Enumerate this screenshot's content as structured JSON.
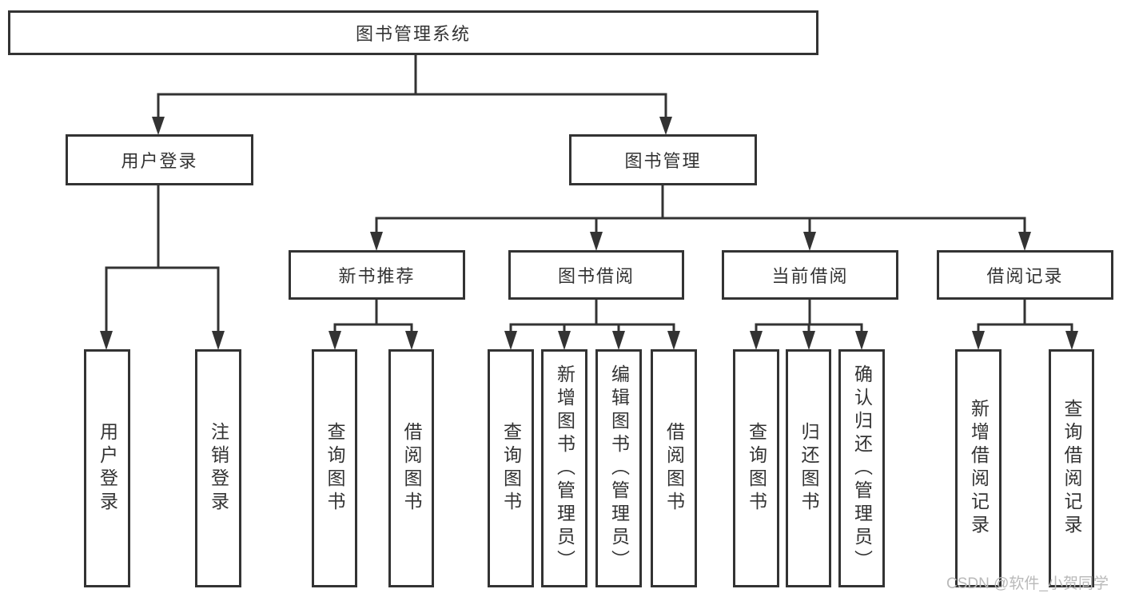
{
  "diagram": {
    "root": {
      "label": "图书管理系统"
    },
    "branches": [
      {
        "label": "用户登录",
        "children": [
          {
            "label": "用户登录"
          },
          {
            "label": "注销登录"
          }
        ]
      },
      {
        "label": "图书管理",
        "children": [
          {
            "label": "新书推荐",
            "children": [
              {
                "label": "查询图书"
              },
              {
                "label": "借阅图书"
              }
            ]
          },
          {
            "label": "图书借阅",
            "children": [
              {
                "label": "查询图书"
              },
              {
                "label": "新增图书（管理员）"
              },
              {
                "label": "编辑图书（管理员）"
              },
              {
                "label": "借阅图书"
              }
            ]
          },
          {
            "label": "当前借阅",
            "children": [
              {
                "label": "查询图书"
              },
              {
                "label": "归还图书"
              },
              {
                "label": "确认归还（管理员）"
              }
            ]
          },
          {
            "label": "借阅记录",
            "children": [
              {
                "label": "新增借阅记录"
              },
              {
                "label": "查询借阅记录"
              }
            ]
          }
        ]
      }
    ]
  },
  "watermark": {
    "text": "CSDN @软件_小贺同学"
  },
  "colors": {
    "line": "#333333",
    "text": "#333333",
    "background": "#ffffff",
    "watermark": "#b9b9b9"
  }
}
